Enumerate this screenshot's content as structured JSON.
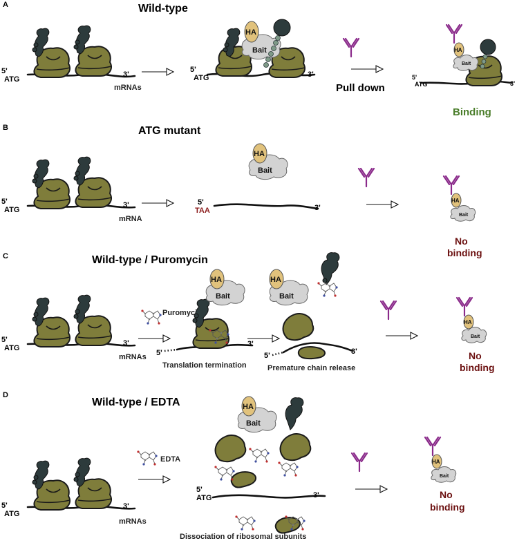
{
  "panels": [
    {
      "letter": "A",
      "title": "Wild-type"
    },
    {
      "letter": "B",
      "title": "ATG mutant"
    },
    {
      "letter": "C",
      "title": "Wild-type / Puromycin"
    },
    {
      "letter": "D",
      "title": "Wild-type / EDTA"
    }
  ],
  "labels": {
    "five_prime": "5'",
    "three_prime": "3'",
    "atg": "ATG",
    "taa": "TAA",
    "mrnas": "mRNAs",
    "mrna": "mRNA",
    "ha": "HA",
    "bait": "Bait",
    "pull_down": "Pull down",
    "binding": "Binding",
    "no": "No",
    "binding_lc": "binding",
    "puromycin": "Puromycin",
    "translation_termination": "Translation termination",
    "premature_chain_release": "Premature chain release",
    "edta": "EDTA",
    "dissociation": "Dissociation of ribosomal subunits"
  },
  "colors": {
    "ribosome": "#7f7d3b",
    "nascent_chain": "#2d3b3c",
    "ha_tag": "#e1c27c",
    "bait": "#d3d3d3",
    "antibody": "#8a2a8a",
    "binding_text": "#4a7d2a",
    "no_binding_text": "#6b1010"
  }
}
